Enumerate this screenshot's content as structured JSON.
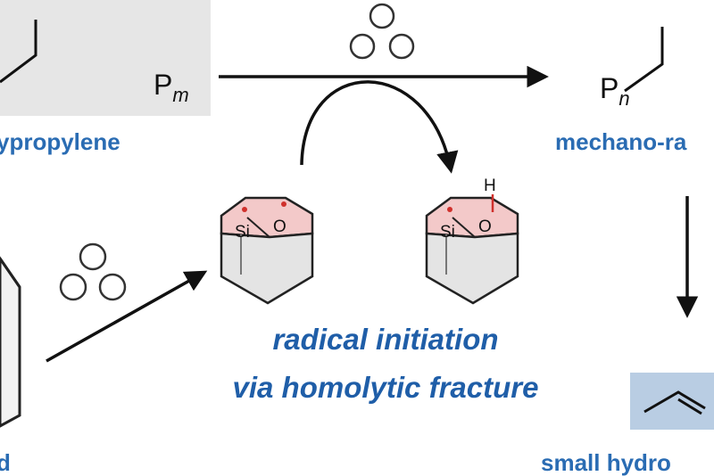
{
  "labels": {
    "polypropylene": "ypropylene",
    "mechano_radical": "mechano-ra",
    "small_hydro": "small hydro",
    "left_bottom": "d",
    "caption_line1": "radical initiation",
    "caption_line2": "via homolytic fracture"
  },
  "chem": {
    "p_m_symbol": "P",
    "p_m_sub": "m",
    "p_n_symbol": "P",
    "p_n_sub": "n",
    "si": "Si",
    "o": "O",
    "h": "H"
  },
  "colors": {
    "label_blue": "#2a6cb3",
    "caption_blue": "#1f5ea8",
    "polymer_box": "#e6e6e6",
    "oxide_pink": "#f3c9c9",
    "radical_red": "#d0302c",
    "product_box": "#b9cde3"
  }
}
